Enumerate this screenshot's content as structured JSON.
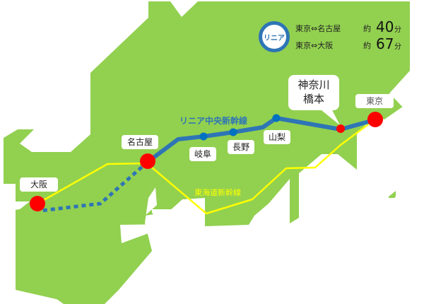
{
  "map": {
    "colors": {
      "land": "#92d050",
      "sea": "#ffffff",
      "linear_line": "#2e75b6",
      "tokaido_line": "#ffff00",
      "major_station": "#ff0000",
      "minor_station": "#0070c0"
    }
  },
  "legend": {
    "badge": "リニア",
    "rows": [
      {
        "route": "東京⇔名古屋",
        "approx": "約",
        "minutes": "40",
        "unit": "分"
      },
      {
        "route": "東京⇔大阪",
        "approx": "約",
        "minutes": "67",
        "unit": "分"
      }
    ]
  },
  "lines": {
    "linear": "リニア中央新幹線",
    "tokaido": "東海道新幹線"
  },
  "stations": {
    "tokyo": "東京",
    "kanagawa": "神奈川",
    "hashimoto": "橋本",
    "yamanashi": "山梨",
    "nagano": "長野",
    "gifu": "岐阜",
    "nagoya": "名古屋",
    "osaka": "大阪"
  }
}
